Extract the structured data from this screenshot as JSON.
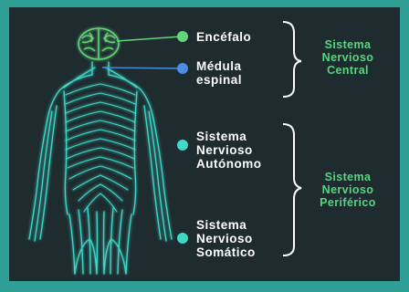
{
  "labels": {
    "encefalo": [
      "Encéfalo"
    ],
    "medula": [
      "Médula",
      "espinal"
    ],
    "autonomo": [
      "Sistema",
      "Nervioso",
      "Autónomo"
    ],
    "somatico": [
      "Sistema",
      "Nervioso",
      "Somático"
    ]
  },
  "groups": {
    "central": [
      "Sistema",
      "Nervioso",
      "Central"
    ],
    "periferico": [
      "Sistema",
      "Nervioso",
      "Periférico"
    ]
  },
  "colors": {
    "background": "#1e2b2f",
    "border": "#2f9e96",
    "body": "#3fd9c9",
    "spine": "#4a8fe0",
    "encefalo_dot": "#63d67a",
    "medula_dot": "#4a8fe0",
    "peripheral_dot": "#3fd9c9",
    "group_text": "#55d67f",
    "label_text": "#ffffff"
  }
}
